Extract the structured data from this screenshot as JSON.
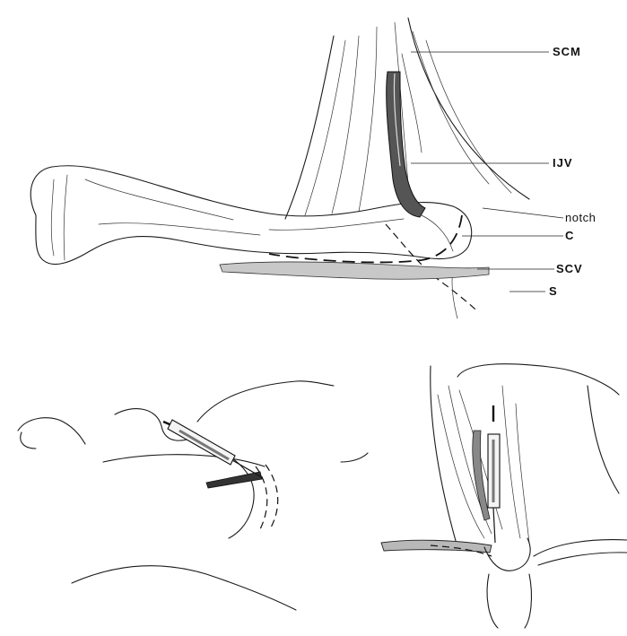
{
  "labels": {
    "scm": "SCM",
    "ijv": "IJV",
    "notch": "notch",
    "c": "C",
    "scv": "SCV",
    "s": "S"
  }
}
